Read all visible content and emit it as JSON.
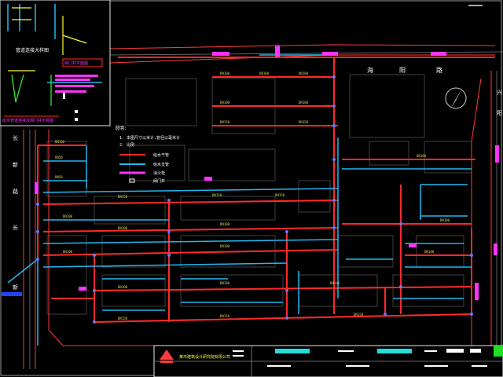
{
  "drawing": {
    "app_type": "CAD drawing viewer",
    "background_color": "#000000",
    "colors": {
      "water_main": "#ff2a2a",
      "branch_pipe": "#22b8f0",
      "boundary": "#ff3b3b",
      "label_magenta": "#ff33ff",
      "label_yellow": "#ffff33",
      "label_green": "#33ff33",
      "node_blue": "#6677ff",
      "building_gray": "#3a3a3a",
      "frame_white": "#e6e6e6"
    },
    "street_labels": [
      "海",
      "阳",
      "路"
    ],
    "left_street_labels": [
      "长",
      "新",
      "路",
      "长",
      "新"
    ],
    "right_street_labels": [
      "兴",
      "阳"
    ],
    "notes": {
      "heading": "说明:",
      "lines": [
        "1. 本图尺寸以米计,管径以毫米计",
        "2. 比例"
      ]
    },
    "legend": {
      "items": [
        {
          "label": "给水干管",
          "color": "#ff2a2a"
        },
        {
          "label": "给水支管",
          "color": "#22b8f0"
        },
        {
          "label": "消火栓",
          "color": "#ff33ff"
        },
        {
          "label": "阀门井",
          "color": "#ffffff"
        }
      ]
    },
    "inset": {
      "caption": "管道连接大样图",
      "caption2": "阀门井平面图",
      "bottom_caption": "给水管道连接及阀门井示意图"
    },
    "title_block": {
      "company": "某市建筑设计研究院有限公司"
    },
    "north_arrow": "north-arrow"
  }
}
